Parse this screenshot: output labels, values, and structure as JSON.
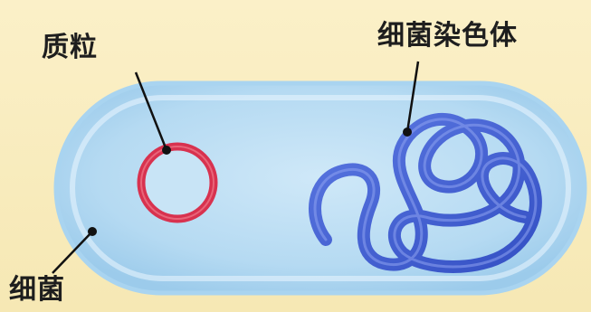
{
  "labels": {
    "plasmid": "质粒",
    "chromosome": "细菌染色体",
    "bacterium": "细菌"
  },
  "colors": {
    "background": "#f8ebbd",
    "cell_fill": "#b9dcf3",
    "cell_edge": "#8fc6ea",
    "plasmid_ring": "#d8324f",
    "chromosome": "#3f5fd0",
    "leader_line": "#111111"
  }
}
